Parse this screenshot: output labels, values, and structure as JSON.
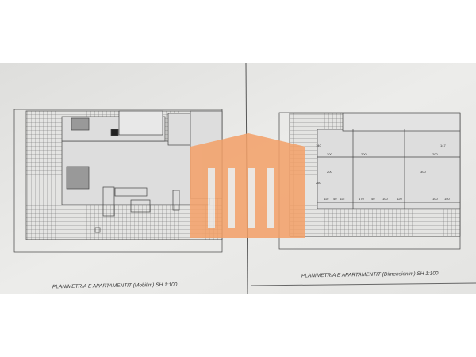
{
  "plans": [
    {
      "caption": "PLANIMETRIA E APARTAMENTIT (Mobilim) SH 1:100"
    },
    {
      "caption": "PLANIMETRIA E APARTAMENTIT (Dimensionim) SH 1:100",
      "dimensions": [
        "300",
        "200",
        "140",
        "200",
        "300",
        "250",
        "110",
        "40",
        "115",
        "170",
        "40",
        "100",
        "120",
        "100",
        "200",
        "147",
        "150"
      ]
    }
  ],
  "colors": {
    "paper": "#e9e9e7",
    "lines": "#444444",
    "watermark": "#f4a067"
  },
  "watermark": {
    "icon": "building-columns-logo"
  }
}
